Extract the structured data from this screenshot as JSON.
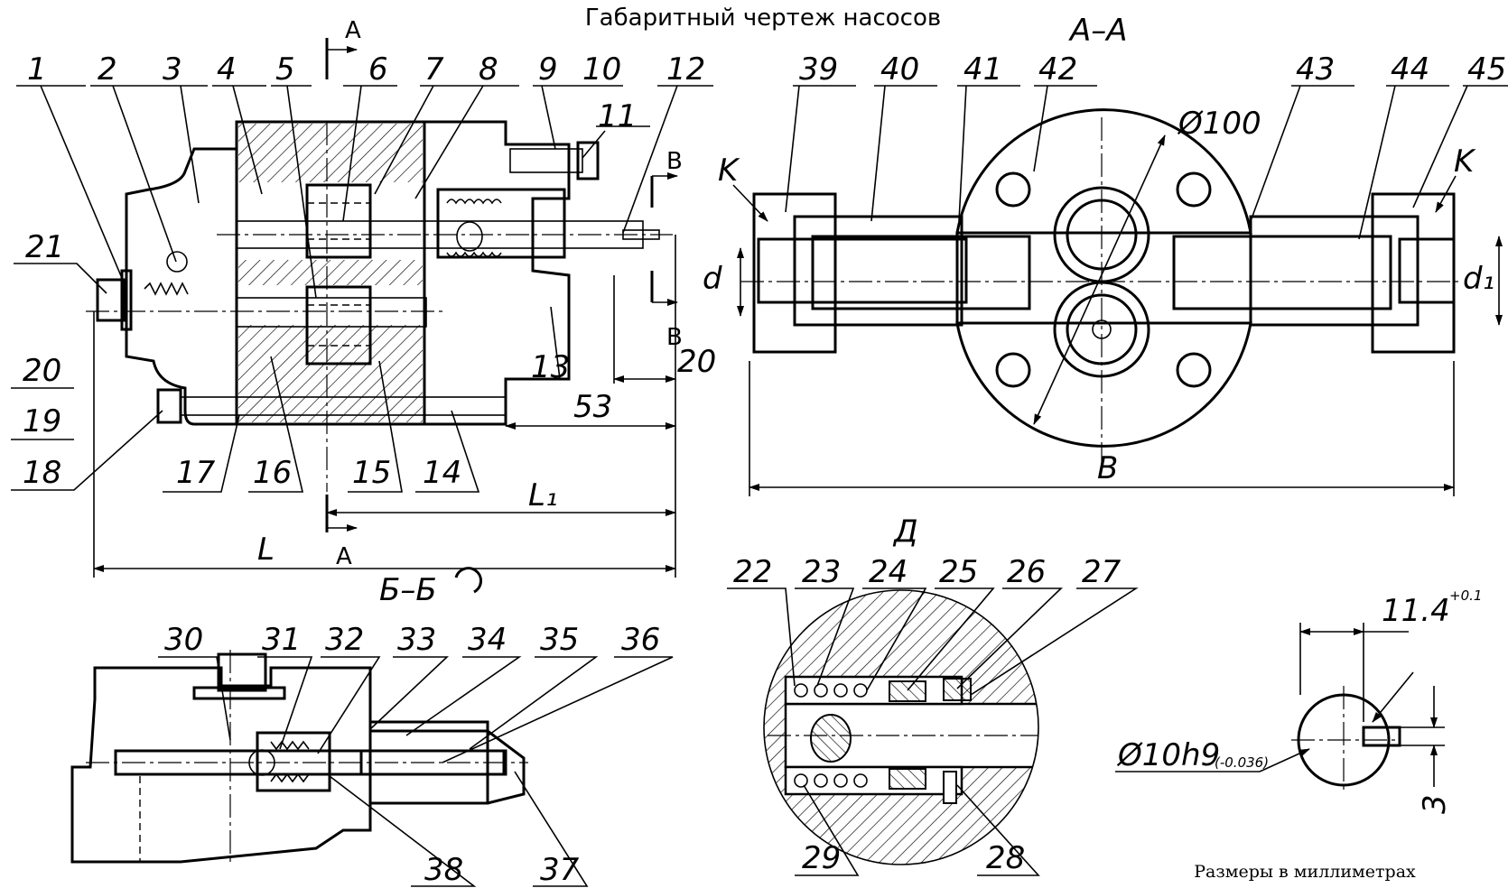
{
  "title": "Габаритный чертеж насосов",
  "note": "Размеры в миллиметрах",
  "views": {
    "main": {
      "section_A": "A",
      "section_B": "B"
    },
    "section_aa": {
      "label": "A–A",
      "k_label": "K",
      "diameter": "Ø100"
    },
    "section_bb": {
      "label": "Б–Б"
    },
    "detail_d": {
      "label": "Д"
    },
    "keyway": {
      "width_value": "11.4",
      "width_tol": "+0.1",
      "key_depth": "3",
      "shaft_dia": "Ø10h9",
      "shaft_tol": "(-0.036)"
    }
  },
  "dimensions": {
    "L": "L",
    "L1": "L₁",
    "B": "B",
    "d": "d",
    "d1": "d₁",
    "v53": "53",
    "v20": "20"
  },
  "callouts": {
    "main_top": [
      "1",
      "2",
      "3",
      "4",
      "5",
      "6",
      "7",
      "8",
      "9",
      "10",
      "12"
    ],
    "main_right_11": "11",
    "main_13": "13",
    "main_left": [
      "21",
      "20",
      "19",
      "18"
    ],
    "main_bottom": [
      "17",
      "16",
      "15",
      "14"
    ],
    "aa_top": [
      "39",
      "40",
      "41",
      "42",
      "43",
      "44",
      "45"
    ],
    "bb_top": [
      "30",
      "31",
      "32",
      "33",
      "34",
      "35",
      "36"
    ],
    "bb_bottom": [
      "38",
      "37"
    ],
    "d_top": [
      "22",
      "23",
      "24",
      "25",
      "26",
      "27"
    ],
    "d_bottom": [
      "29",
      "28"
    ]
  }
}
